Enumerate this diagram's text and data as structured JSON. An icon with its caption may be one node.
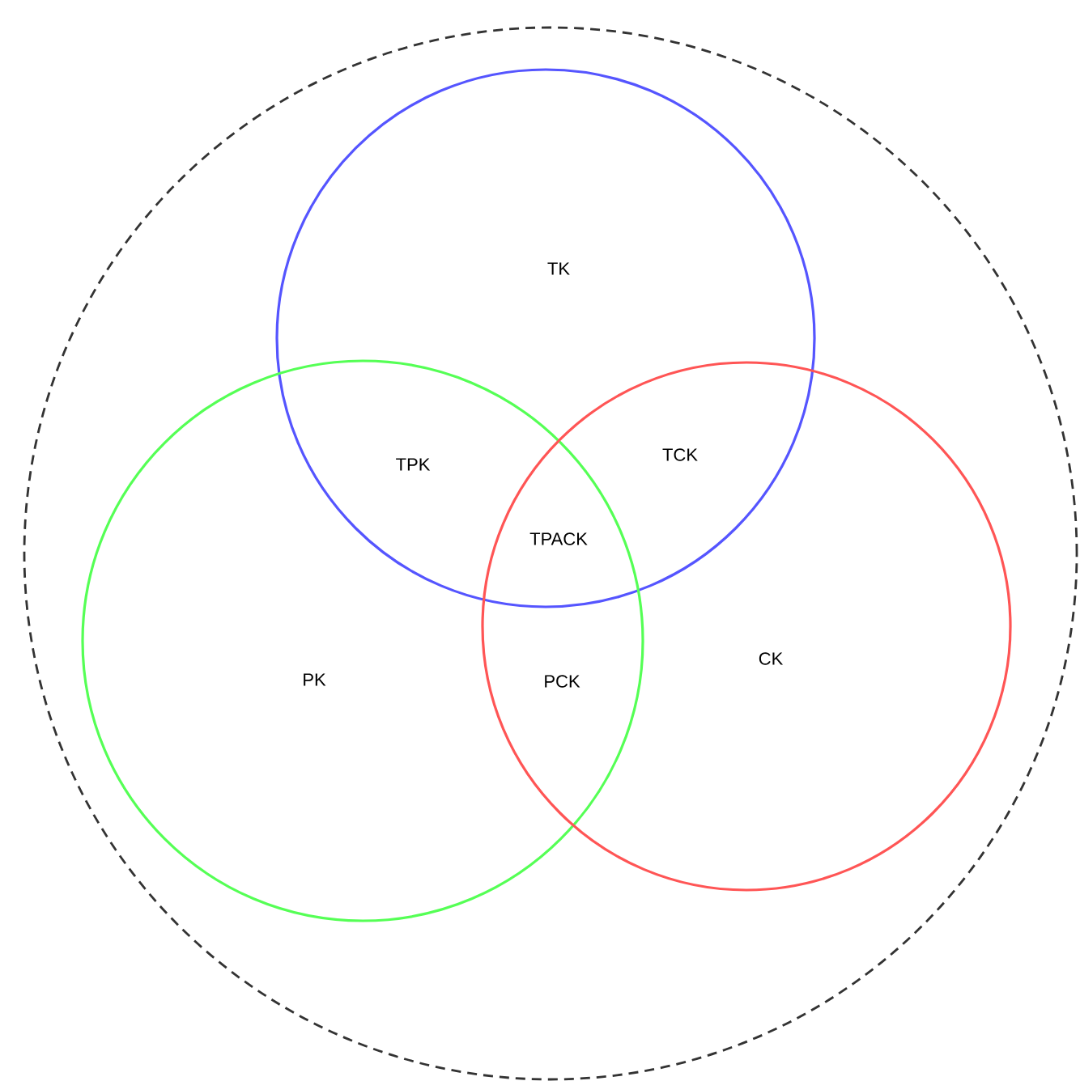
{
  "diagram": {
    "nodes": [
      {
        "text": [],
        "shape": "circle"
      },
      {
        "text": [
          "TK"
        ],
        "in": 0
      },
      {
        "text": [
          "PK"
        ],
        "in": 0
      },
      {
        "text": [
          "CK"
        ],
        "in": 0
      }
    ],
    "labels": [
      "TPK",
      "TCK",
      "TPACK",
      "PCK"
    ]
  }
}
